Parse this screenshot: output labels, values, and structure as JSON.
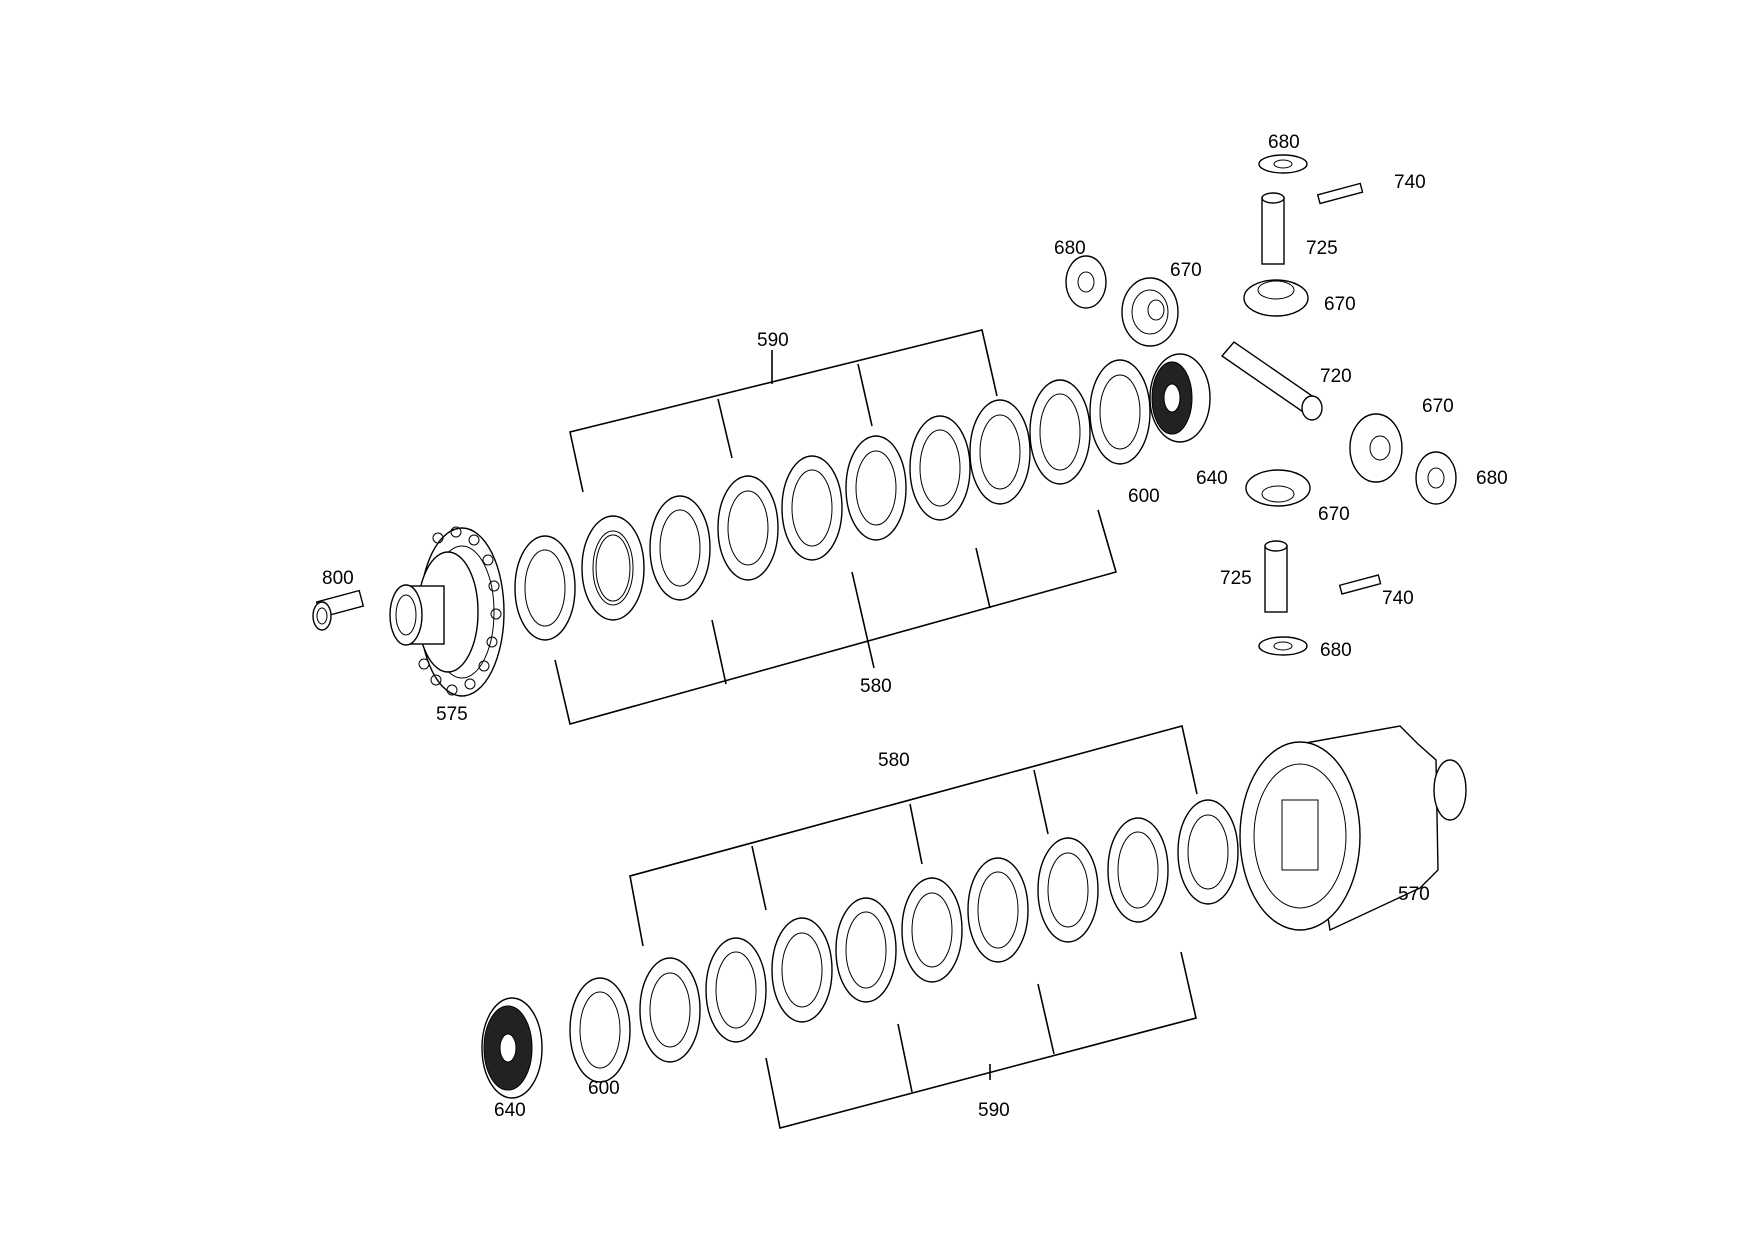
{
  "labels": {
    "l800": "800",
    "l575": "575",
    "l590_top": "590",
    "l580_top": "580",
    "l600_top": "600",
    "l640_top": "640",
    "l680_a": "680",
    "l740_a": "740",
    "l725_a": "725",
    "l670_a": "670",
    "l670_b": "670",
    "l680_b": "680",
    "l720": "720",
    "l670_c": "670",
    "l680_c": "680",
    "l670_d": "670",
    "l725_b": "725",
    "l740_b": "740",
    "l680_d": "680",
    "l580_bot": "580",
    "l570": "570",
    "l600_bot": "600",
    "l640_bot": "640",
    "l590_bot": "590"
  }
}
